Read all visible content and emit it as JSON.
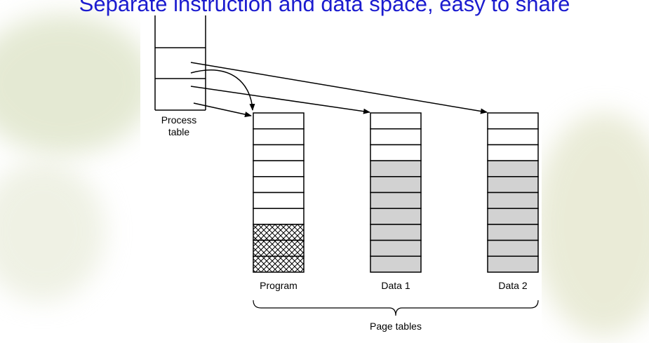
{
  "slide": {
    "title": "Separate instruction and data space, easy to share"
  },
  "diagram": {
    "process_table_label_line1": "Process",
    "process_table_label_line2": "table",
    "tables": [
      {
        "label": "Program",
        "rows": [
          "empty",
          "empty",
          "empty",
          "empty",
          "empty",
          "empty",
          "empty",
          "hatched",
          "hatched",
          "hatched"
        ]
      },
      {
        "label": "Data 1",
        "rows": [
          "empty",
          "empty",
          "empty",
          "shaded",
          "shaded",
          "shaded",
          "shaded",
          "shaded",
          "shaded",
          "shaded"
        ]
      },
      {
        "label": "Data 2",
        "rows": [
          "empty",
          "empty",
          "empty",
          "shaded",
          "shaded",
          "shaded",
          "shaded",
          "shaded",
          "shaded",
          "shaded"
        ]
      }
    ],
    "group_label": "Page tables"
  },
  "colors": {
    "title": "#1c1ccf",
    "shaded": "#d2d2d2",
    "line": "#000000"
  }
}
